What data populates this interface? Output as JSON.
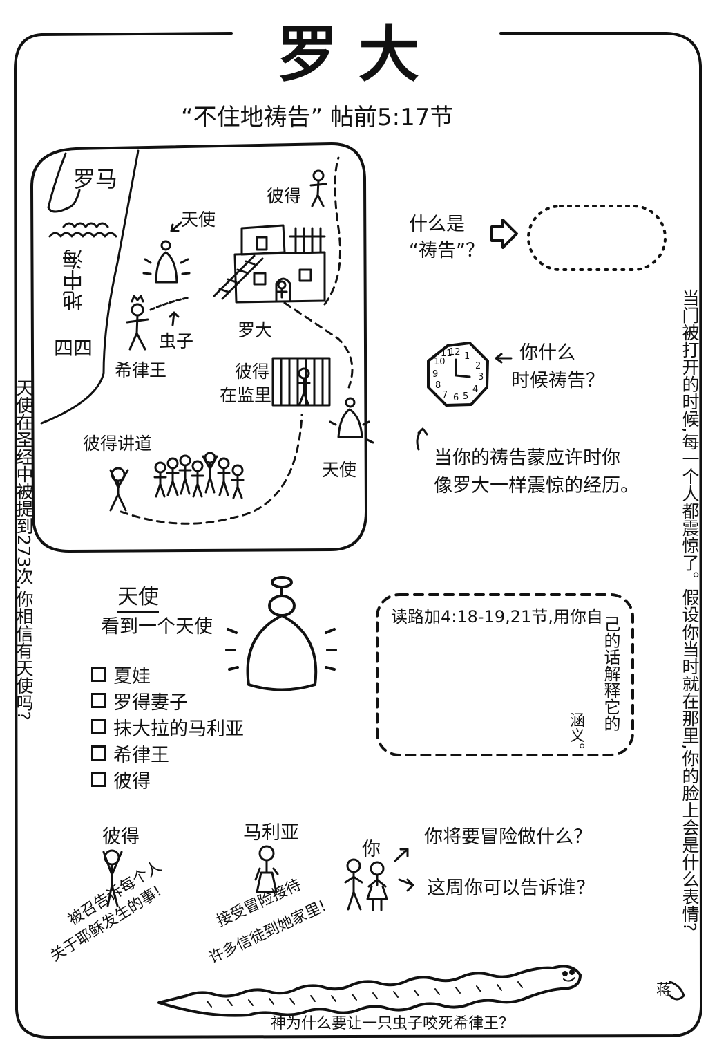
{
  "title": "罗大",
  "subtitle": "“不住地祷告” 帖前5:17节",
  "map": {
    "sea_label": "罗马",
    "lake_label": "地中海",
    "side_label": "四四",
    "peter_top": "彼得",
    "angel_top": "天使",
    "herod": "希律王",
    "worm": "虫子",
    "rhoda": "罗大",
    "peter_prison_1": "彼得",
    "peter_prison_2": "在监里",
    "angel_right": "天使",
    "peter_preach": "彼得讲道"
  },
  "prayer": {
    "question_1": "什么是",
    "question_2": "“祷告”？"
  },
  "clock": {
    "question_1": "你什么",
    "question_2": "时候祷告？",
    "numbers": [
      "12",
      "1",
      "2",
      "3",
      "4",
      "5",
      "6",
      "7",
      "8",
      "9",
      "10",
      "11"
    ]
  },
  "answered": {
    "line1": "当你的祷告蒙应许时你",
    "line2": "像罗大一样震惊的经历。"
  },
  "angel_section": {
    "heading": "天使",
    "subheading": "看到一个天使",
    "options": [
      "夏娃",
      "罗得妻子",
      "抹大拉的马利亚",
      "希律王",
      "彼得"
    ]
  },
  "reading": {
    "line1": "读路加4:18-19,21节,用你自",
    "side": "己的话解释它的",
    "side2": "涵义。"
  },
  "people": {
    "peter": "彼得",
    "peter_text_1": "被召告诉每个人",
    "peter_text_2": "关于耶稣发生的事!",
    "mary": "马利亚",
    "mary_text_1": "接受冒险接待",
    "mary_text_2": "许多信徒到她家里!",
    "you": "你",
    "q1": "你将要冒险做什么？",
    "q2": "这周你可以告诉谁？"
  },
  "bottom": {
    "worm_question": "神为什么要让一只虫子咬死希律王？",
    "signature": "蒋"
  },
  "left_vertical": "天使在圣经中被提到273次,你相信有天使吗?",
  "right_vertical": "当门被打开的时候,每一个人都震惊了。假设你当时就在那里,你的脸上会是什么表情?"
}
